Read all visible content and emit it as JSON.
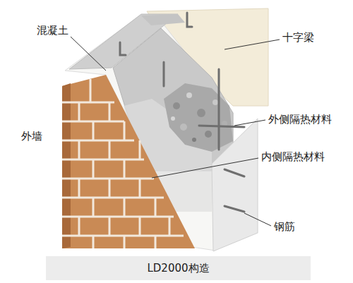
{
  "diagram": {
    "caption": "LD2000构造",
    "labels": [
      "混凝土",
      "十字梁",
      "外侧隔热材料",
      "外墙",
      "内侧隔热材料",
      "钢筋"
    ]
  }
}
